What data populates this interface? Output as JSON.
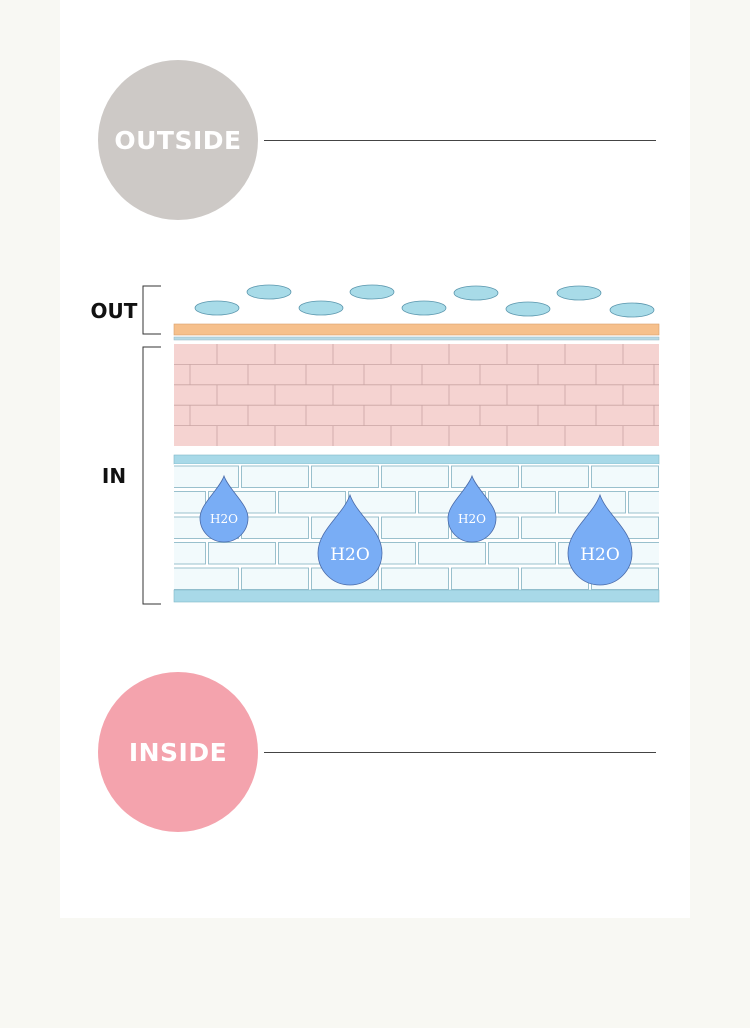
{
  "sections": {
    "outside_label": "OUTSIDE",
    "inside_label": "INSIDE"
  },
  "diagram": {
    "out_label": "OUT",
    "in_label": "IN",
    "drop_text": "H2O",
    "colors": {
      "oval": "#a8dbe8",
      "oval_stroke": "#5a96ad",
      "orange_band": "#f6c08c",
      "pink_brick": "#f5d3d1",
      "blue_band": "#a8d9e8",
      "blue_brick": "#f2fafc",
      "drop": "#79adf5",
      "drop_stroke": "#4a6aa8"
    }
  }
}
